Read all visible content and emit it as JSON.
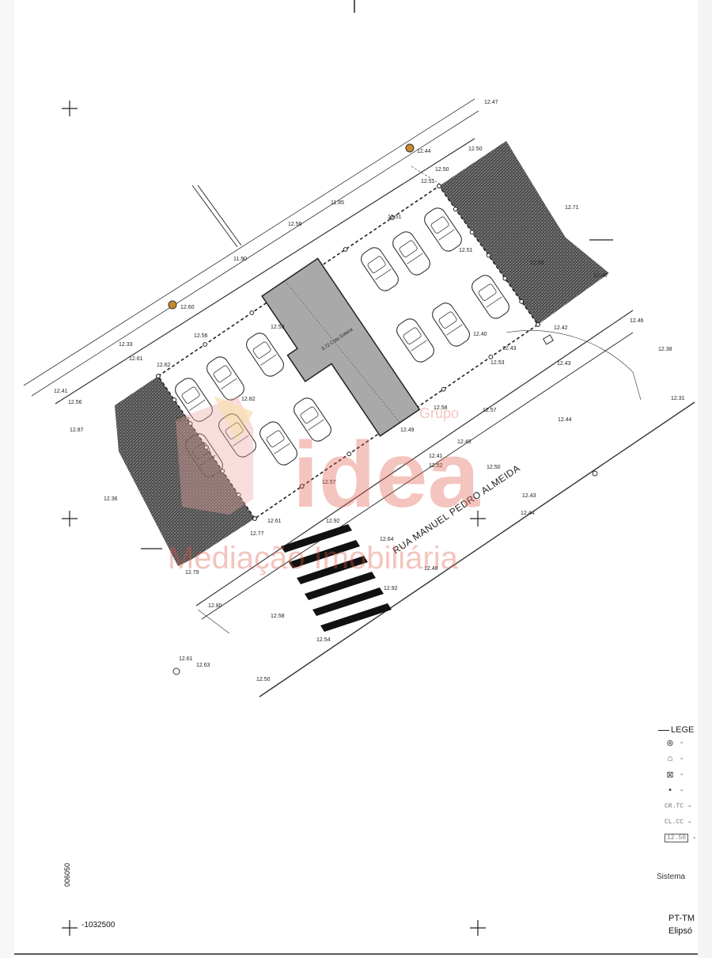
{
  "plan": {
    "street_name": "RUA MANUEL PEDRO ALMEIDA",
    "building_label": "3,72 Cota Soleira",
    "coord_x": "-1032500",
    "coord_y": "006050",
    "watermark": {
      "brand": "idea",
      "small": "Grupo",
      "subtitle": "Mediação Imobiliária",
      "color": "#e25a48"
    },
    "elevations": [
      {
        "t": "12.47"
      },
      {
        "t": "12.44"
      },
      {
        "t": "12.50"
      },
      {
        "t": "12.50"
      },
      {
        "t": "12.51"
      },
      {
        "t": "11.85"
      },
      {
        "t": "12.51"
      },
      {
        "t": "12.56"
      },
      {
        "t": "12.71"
      },
      {
        "t": "11.90"
      },
      {
        "t": "12.60"
      },
      {
        "t": "12.53"
      },
      {
        "t": "12.41"
      },
      {
        "t": "12.56"
      },
      {
        "t": "12.33"
      },
      {
        "t": "12.61"
      },
      {
        "t": "12.62"
      },
      {
        "t": "12.56"
      },
      {
        "t": "12.77"
      },
      {
        "t": "12.82"
      },
      {
        "t": "12.87"
      },
      {
        "t": "12.51"
      },
      {
        "t": "12.50"
      },
      {
        "t": "12.40"
      },
      {
        "t": "12.46"
      },
      {
        "t": "12.42"
      },
      {
        "t": "12.38"
      },
      {
        "t": "12.31"
      },
      {
        "t": "12.43"
      },
      {
        "t": "12.44"
      },
      {
        "t": "12.49"
      },
      {
        "t": "12.48"
      },
      {
        "t": "12.41"
      },
      {
        "t": "12.50"
      },
      {
        "t": "12.43"
      },
      {
        "t": "12.44"
      },
      {
        "t": "12.57"
      },
      {
        "t": "12.61"
      },
      {
        "t": "12.77"
      },
      {
        "t": "12.92"
      },
      {
        "t": "12.64"
      },
      {
        "t": "12.92"
      },
      {
        "t": "12.48"
      },
      {
        "t": "12.79"
      },
      {
        "t": "12.80"
      },
      {
        "t": "12.58"
      },
      {
        "t": "12.54"
      },
      {
        "t": "12.61"
      },
      {
        "t": "12.63"
      },
      {
        "t": "12.50"
      },
      {
        "t": "12.40"
      },
      {
        "t": "12.43"
      },
      {
        "t": "12.53"
      },
      {
        "t": "12.58"
      },
      {
        "t": "12.57"
      },
      {
        "t": "12.52"
      },
      {
        "t": "12.36"
      }
    ]
  },
  "legend": {
    "title": "LEGE",
    "rows": [
      {
        "icon": "tree-icon",
        "glyph": "⊛",
        "code": ""
      },
      {
        "icon": "post-icon",
        "glyph": "⌂",
        "code": ""
      },
      {
        "icon": "cabinet-icon",
        "glyph": "⊠",
        "code": ""
      },
      {
        "icon": "point-icon",
        "glyph": "•",
        "code": ""
      },
      {
        "icon": "elevation-icon",
        "glyph": "",
        "code": "CR.TC"
      },
      {
        "icon": "elevation2-icon",
        "glyph": "",
        "code": "CL.CC"
      },
      {
        "icon": "elevation3-icon",
        "glyph": "",
        "code": "12.50",
        "boxed": true
      }
    ],
    "sistema": "Sistema",
    "crs_line1": "PT-TM",
    "crs_line2": "Elipsó"
  }
}
